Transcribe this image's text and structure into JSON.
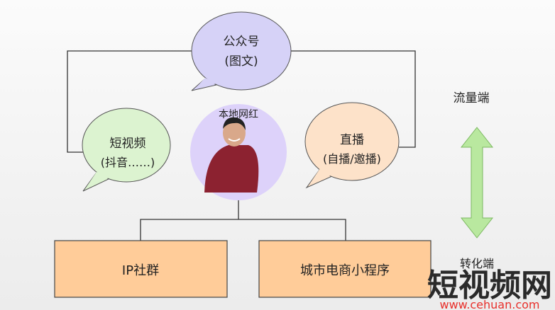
{
  "nodes": {
    "wechat": {
      "line1": "公众号",
      "line2": "(图文)"
    },
    "short_video": {
      "line1": "短视频",
      "line2": "(抖音……)"
    },
    "live": {
      "line1": "直播",
      "line2": "(自播/邀播)"
    },
    "influencer": {
      "label": "本地网红"
    },
    "ip_community": {
      "label": "IP社群"
    },
    "mini_program": {
      "label": "城市电商小程序"
    }
  },
  "axis": {
    "top": "流量端",
    "bottom": "转化端"
  },
  "watermark": {
    "title": "短视频网",
    "url": "www.cehuan.com"
  },
  "colors": {
    "purple": "#d6d2f7",
    "green": "#dcf3d0",
    "peach": "#fde2c9",
    "box": "#ffcc99",
    "arrow": "#b9e89f",
    "watermark_url": "#e8302b"
  }
}
